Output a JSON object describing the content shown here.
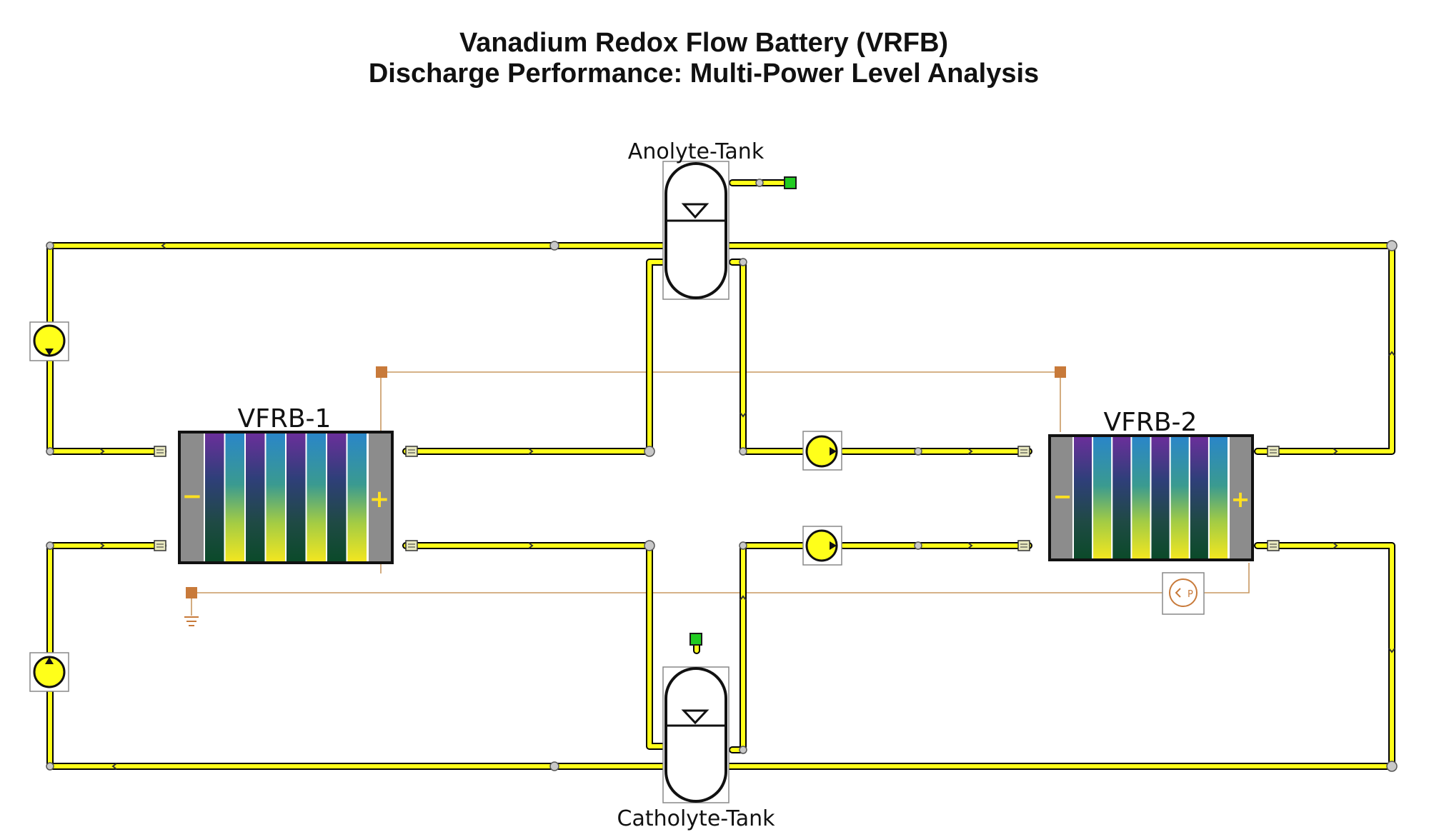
{
  "title": {
    "line1": "Vanadium Redox Flow Battery (VRFB)",
    "line2": "Discharge Performance: Multi-Power Level Analysis"
  },
  "labels": {
    "anolyte_tank": "Anolyte-Tank",
    "catholyte_tank": "Catholyte-Tank",
    "stack_1": "VFRB-1",
    "stack_2": "VFRB-2",
    "sensor_letter": "P"
  },
  "colors": {
    "pipe_fill": "#ffff1a",
    "pipe_outline": "#000000",
    "signal_line": "#c89860",
    "signal_port": "#c87a3a",
    "reservoir_port": "#22cc22",
    "electrode": "#8c8c8c",
    "cell_gradient_a": [
      "#6a3d9a",
      "#2f3f7a",
      "#1f5a4a",
      "#0b4a2a"
    ],
    "cell_gradient_b": [
      "#2c8fc0",
      "#3aa088",
      "#a8d048",
      "#f0e020"
    ]
  },
  "icons": {
    "pump": "pump-icon",
    "tank": "tank-icon",
    "ground": "ground-icon",
    "sensor": "power-sensor-icon"
  }
}
